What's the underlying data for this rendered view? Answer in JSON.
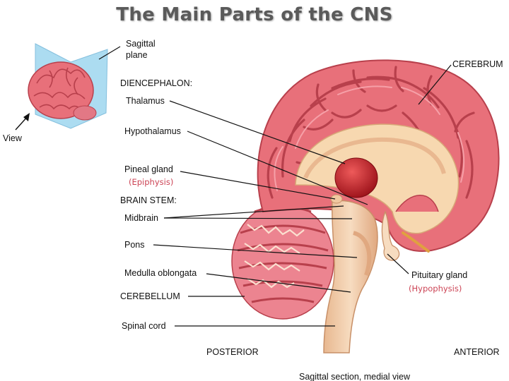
{
  "title": "The Main Parts of the CNS",
  "labels": {
    "sagittal_plane_1": "Sagittal",
    "sagittal_plane_2": "plane",
    "view": "View",
    "diencephalon": "DIENCEPHALON:",
    "thalamus": "Thalamus",
    "hypothalamus": "Hypothalamus",
    "pineal_gland": "Pineal gland",
    "epiphysis": "(Epiphysis)",
    "brain_stem": "BRAIN STEM:",
    "midbrain": "Midbrain",
    "pons": "Pons",
    "medulla": "Medulla oblongata",
    "cerebellum": "CEREBELLUM",
    "spinal_cord": "Spinal cord",
    "cerebrum": "CEREBRUM",
    "pituitary_gland": "Pituitary gland",
    "hypophysis": "(Hypophysis)",
    "posterior": "POSTERIOR",
    "anterior": "ANTERIOR",
    "caption": "Sagittal section, medial view"
  },
  "colors": {
    "cortex": "#e8707a",
    "cortex_dark": "#b8404c",
    "white_matter": "#f7d8b0",
    "thalamus": "#c8202a",
    "brainstem": "#f2c9a0",
    "plane": "#9ed6ef",
    "annotation_red": "#cc4455"
  }
}
